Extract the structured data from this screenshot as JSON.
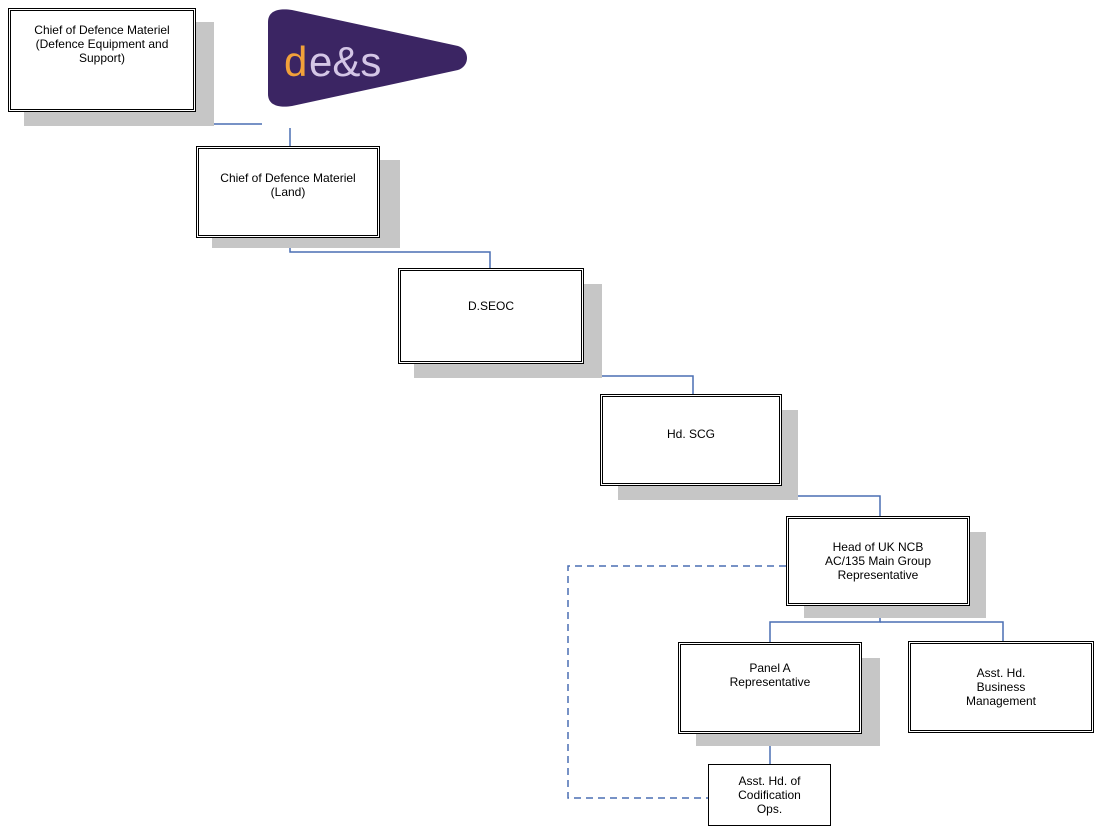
{
  "logo": {
    "text": "de&s",
    "icon": "de-and-s-logo",
    "colors": {
      "background": "#3b2563",
      "d": "#f2a13a",
      "text": "#d4c6e6"
    }
  },
  "colors": {
    "connector": "#4a6fb3",
    "dashed_connector": "#4a6fb3",
    "shadow": "#c6c6c6",
    "border": "#000000"
  },
  "nodes": {
    "cdm": "Chief of Defence Materiel\n(Defence Equipment and\nSupport)",
    "cdm_land": "Chief of Defence Materiel\n(Land)",
    "dseoc": "D.SEOC",
    "hd_scg": "Hd. SCG",
    "head_uk_ncb": "Head of UK NCB\nAC/135 Main Group\nRepresentative",
    "panel_a": "Panel A\nRepresentative",
    "asst_business": "Asst. Hd.\nBusiness\nManagement",
    "asst_codification": "Asst. Hd. of\nCodification\nOps."
  }
}
